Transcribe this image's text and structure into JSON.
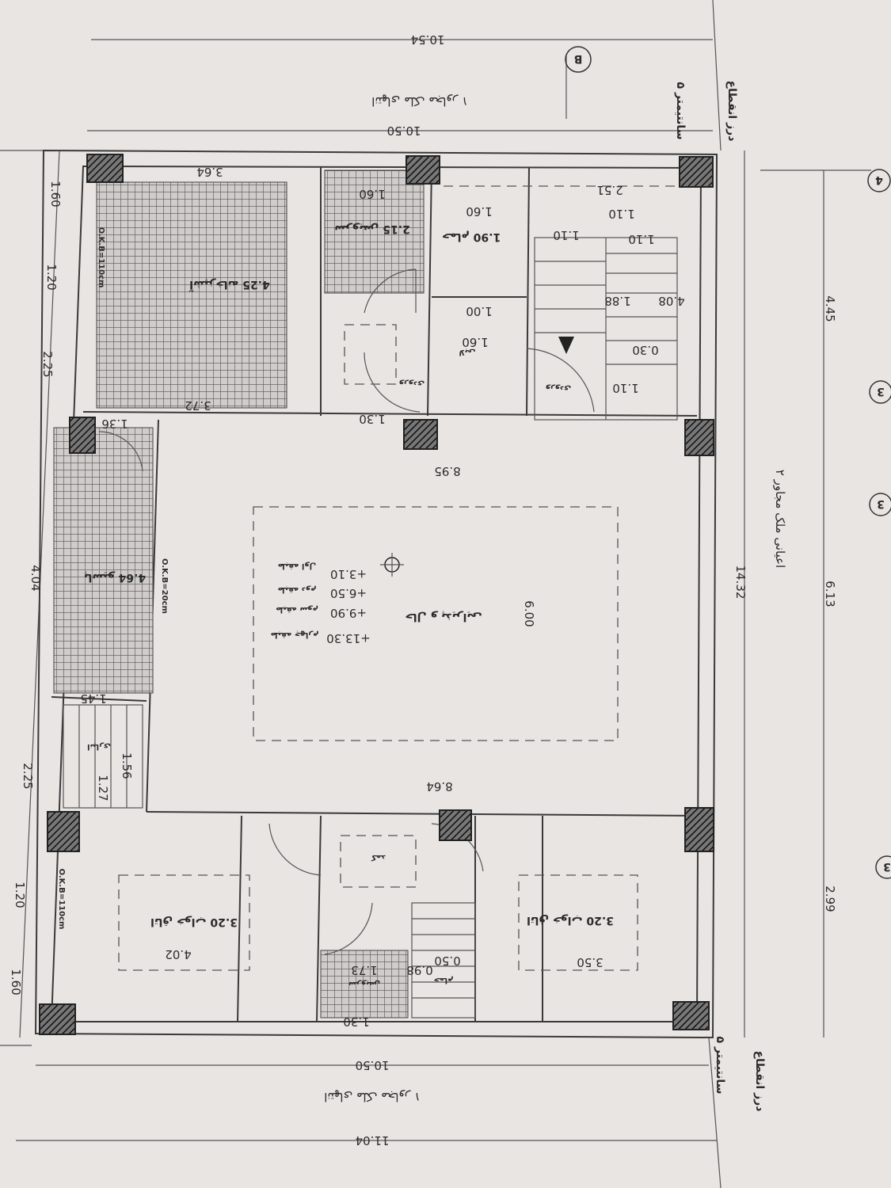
{
  "plan": {
    "top_notes": {
      "joint": "درز انقطاع",
      "joint_width": "۵ سانتیمتر",
      "street_note": "انتهای ملک مجاور ۱",
      "section_marker": "B"
    },
    "bottom_notes": {
      "joint": "درز انقطاع",
      "joint_width": "۵ سانتیمتر",
      "street_note": "انتهای ملک مجاور ۱"
    },
    "right_note": "اعیانی ملک مجاور ۲",
    "axes": [
      "4",
      "3",
      "3",
      "3"
    ],
    "rooms": {
      "kitchen": "آشپزخانه 4.25",
      "wc": "سرویس 2.15",
      "bath": "حمام 1.90",
      "entry": "ورودی",
      "hall_label": "ورودی",
      "lobby": "لابی",
      "living": "حال و پذیرایی",
      "balcony": "پاسیو 4.64",
      "storage": "انباری",
      "bed1": "اتاق خواب 3.20",
      "bed2": "اتاق خواب 3.20",
      "closet": "کمد",
      "wc2": "سرویس",
      "wc3": "حمام"
    },
    "levels": [
      {
        "label": "طبقه اول",
        "value": "+3.10"
      },
      {
        "label": "طبقه دوم",
        "value": "+6.50"
      },
      {
        "label": "طبقه سوم",
        "value": "+9.90"
      },
      {
        "label": "طبقه چهارم",
        "value": "+13.30"
      }
    ],
    "okb": {
      "top": "O.K.B=110cm",
      "mid": "O.K.B=20cm",
      "bottom": "O.K.B=110cm"
    },
    "dims": {
      "top_overall": "10.54",
      "top_inner": "10.50",
      "bottom_inner": "10.50",
      "bottom_overall": "11.04",
      "d364": "3.64",
      "d160a": "1.60",
      "d251": "2.51",
      "d160b": "1.60",
      "d110a": "1.10",
      "d110b": "1.10",
      "d110c": "1.10",
      "d100": "1.00",
      "d160c": "1.60",
      "d408": "4.08",
      "d188": "1.88",
      "d030": "0.30",
      "d110d": "1.10",
      "d372": "3.72",
      "d130": "1.30",
      "d136": "1.36",
      "d895": "8.95",
      "d600": "6.00",
      "d864": "8.64",
      "d145": "1.45",
      "d156": "1.56",
      "d127": "1.27",
      "d402": "4.02",
      "d350": "3.50",
      "d173": "1.73",
      "d098": "0.98",
      "d050": "0.50",
      "d130b": "1.30",
      "d1432": "14.32",
      "left": [
        "1.60",
        "1.20",
        "2.25",
        "4.04",
        "2.25",
        "1.20",
        "1.60"
      ],
      "right": [
        "4.45",
        "6.13",
        "2.99"
      ]
    }
  }
}
